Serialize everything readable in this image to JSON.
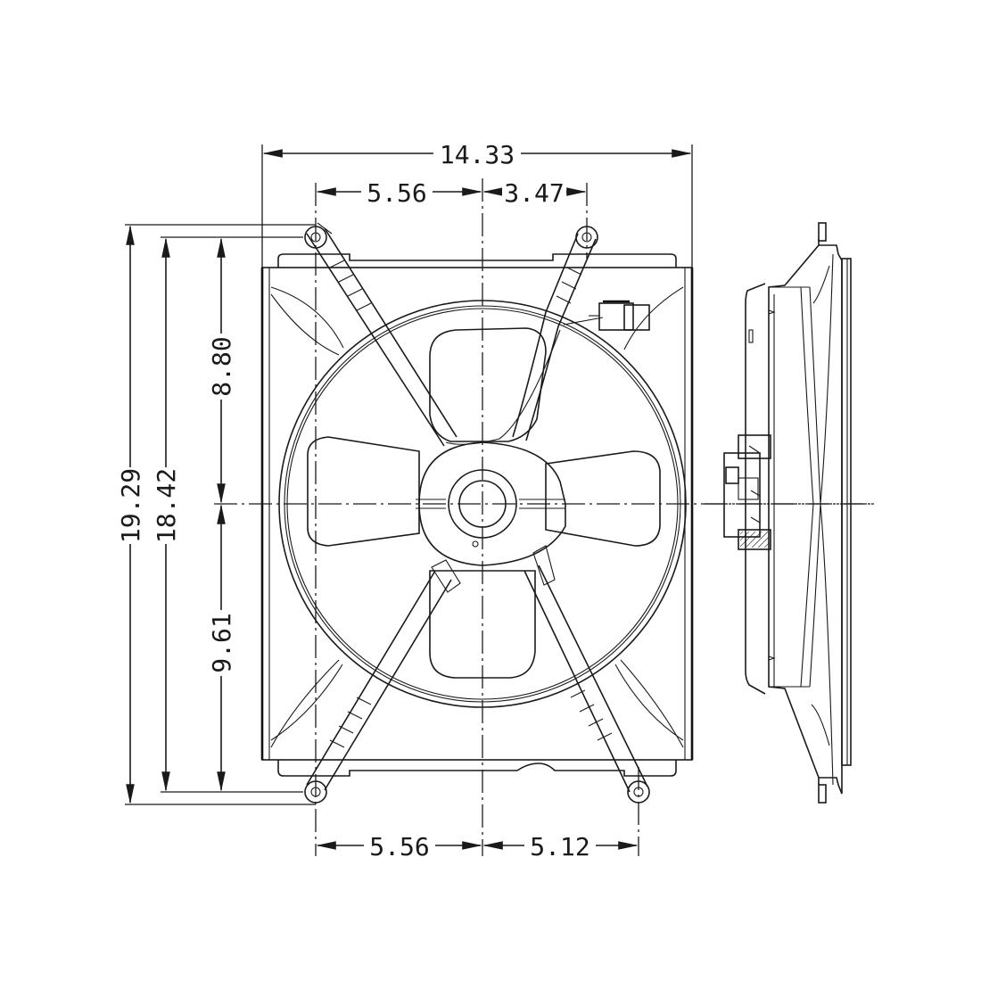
{
  "drawing": {
    "title": "Radiator cooling fan assembly dimension drawing",
    "front_view": {
      "dimensions": {
        "overall_width": "14.33",
        "top_left_mount_offset": "5.56",
        "top_right_mount_offset": "3.47",
        "bottom_left_mount_offset": "5.56",
        "bottom_right_mount_offset": "5.12",
        "overall_height": "19.29",
        "mount_hole_span_height": "18.42",
        "upper_mount_to_center": "8.80",
        "lower_mount_to_center": "9.61"
      },
      "fan_blades": 4,
      "mounting_arms": 4,
      "connector": "electrical-connector"
    },
    "side_view": {
      "label": "side-profile"
    },
    "colors": {
      "line": "#1a1a1a",
      "background": "#ffffff"
    }
  }
}
